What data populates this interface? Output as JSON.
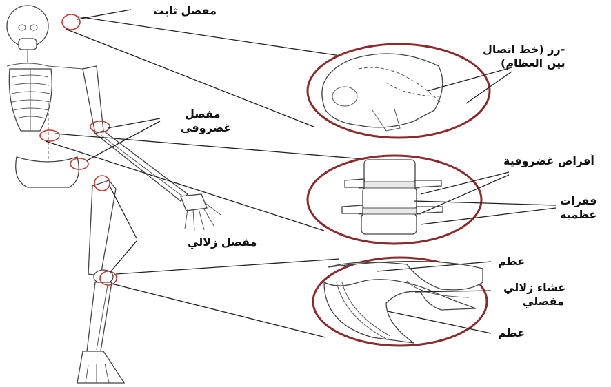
{
  "labels": {
    "fixed_joint": "مفصل ثابت",
    "suture": "-رز (خط اتصال",
    "suture_2": "بين العظام)",
    "cartilaginous_joint": "مفصل",
    "cartilaginous_joint_2": "غضروفي",
    "cartilage_discs": "أقراص غضروفية",
    "vertebrae": "فقرات",
    "vertebrae_2": "عظمية",
    "synovial_joint": "مفصل زلالي",
    "bone_top": "عظم",
    "synovial_membrane": "غشاء زلالي",
    "synovial_membrane_2": "مفصلي",
    "bone_bottom": "عظم"
  },
  "colors": {
    "magnifier_ring": "#8b2a2a",
    "joint_marker": "#c0392b",
    "lines": "#222222"
  }
}
